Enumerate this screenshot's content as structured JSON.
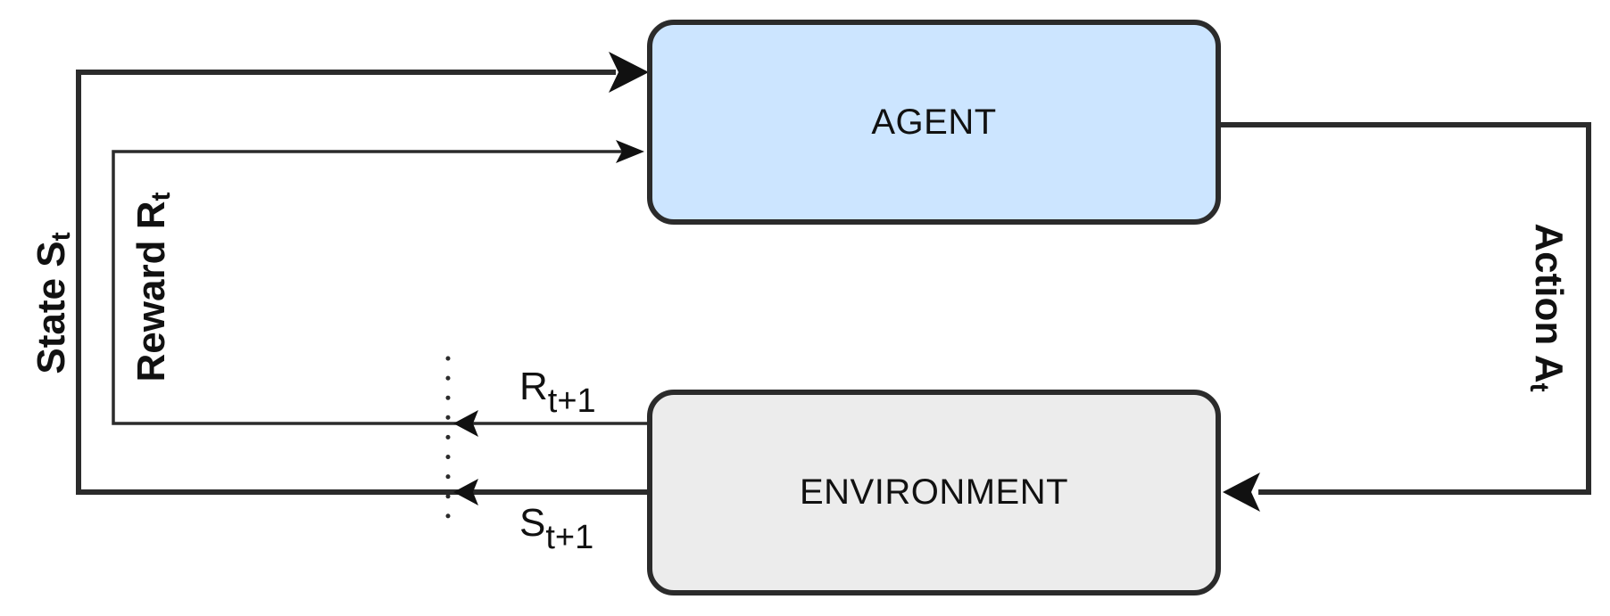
{
  "agent": {
    "label": "AGENT"
  },
  "environment": {
    "label": "ENVIRONMENT"
  },
  "edges": {
    "state": {
      "name": "State",
      "sub": "t"
    },
    "reward": {
      "name": "Reward",
      "sub": "t"
    },
    "action": {
      "name": "Action",
      "sub": "t"
    },
    "next_reward": {
      "name": "R",
      "sub": "t+1"
    },
    "next_state": {
      "name": "S",
      "sub": "t+1"
    }
  },
  "colors": {
    "agent_fill": "#cce5ff",
    "environment_fill": "#ececec",
    "stroke": "#2b2b2b"
  }
}
